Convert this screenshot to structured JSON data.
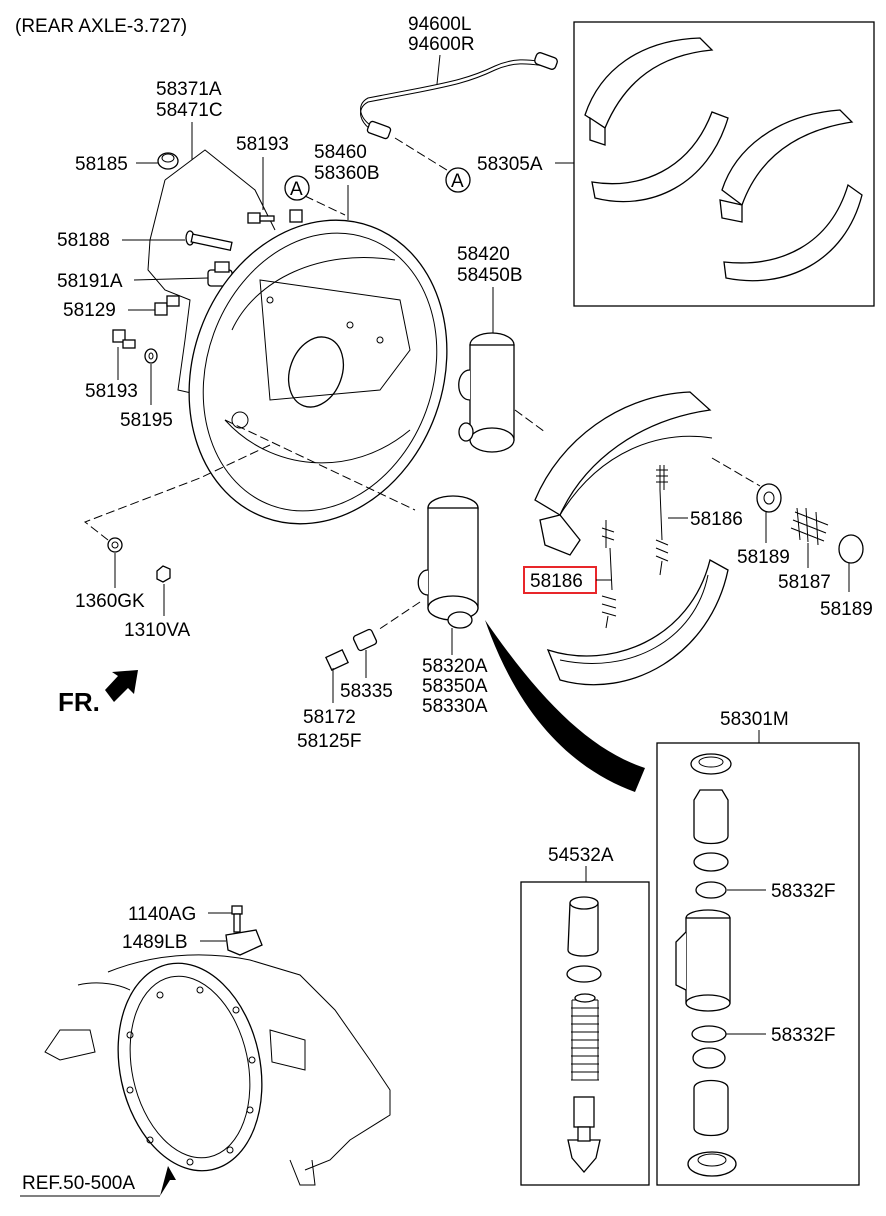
{
  "header": {
    "title": "(REAR AXLE-3.727)"
  },
  "direction": {
    "label": "FR."
  },
  "reference": {
    "label": "REF.50-500A"
  },
  "callout": {
    "letter": "A"
  },
  "labels": {
    "p94600L": "94600L",
    "p94600R": "94600R",
    "p58371A": "58371A",
    "p58471C": "58471C",
    "p58185": "58185",
    "p58193a": "58193",
    "p58460": "58460",
    "p58360B": "58360B",
    "p58305A": "58305A",
    "p58188": "58188",
    "p58191A": "58191A",
    "p58420": "58420",
    "p58450B": "58450B",
    "p58129": "58129",
    "p58193b": "58193",
    "p58195": "58195",
    "p58186a": "58186",
    "p58186b": "58186",
    "p58189a": "58189",
    "p58187": "58187",
    "p58189b": "58189",
    "p1360GK": "1360GK",
    "p1310VA": "1310VA",
    "p58335": "58335",
    "p58172": "58172",
    "p58125F": "58125F",
    "p58320A": "58320A",
    "p58350A": "58350A",
    "p58330A": "58330A",
    "p58301M": "58301M",
    "p54532A": "54532A",
    "p58332Fa": "58332F",
    "p58332Fb": "58332F",
    "p1140AG": "1140AG",
    "p1489LB": "1489LB"
  },
  "highlight_color": "#e8262a"
}
